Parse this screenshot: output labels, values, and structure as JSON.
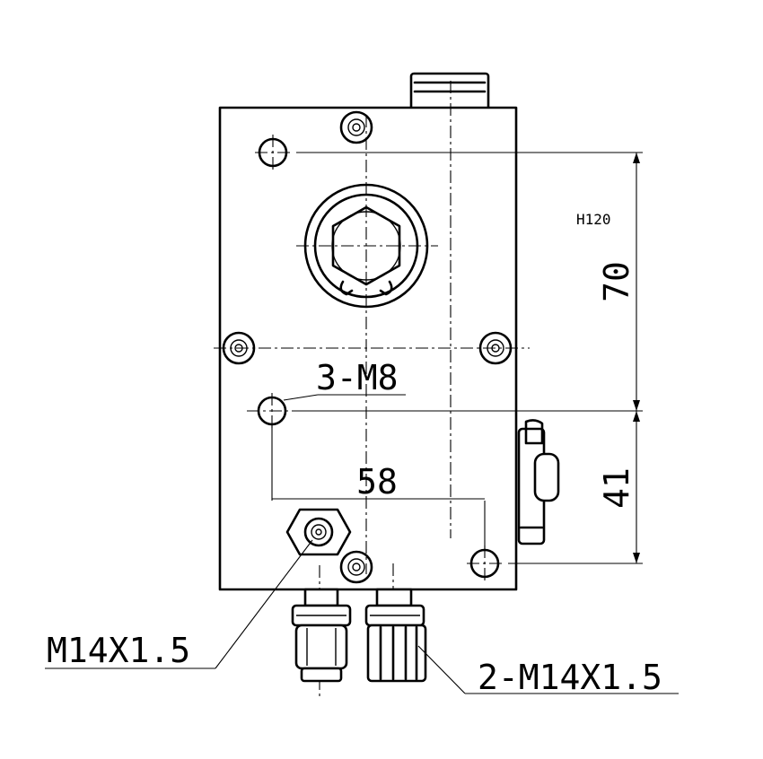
{
  "labels": {
    "height_tag": "H120",
    "dim_vertical_upper": "70",
    "dim_vertical_lower": "41",
    "dim_horizontal": "58",
    "thread_holes": "3-M8",
    "port_left": "M14X1.5",
    "ports_right": "2-M14X1.5"
  }
}
